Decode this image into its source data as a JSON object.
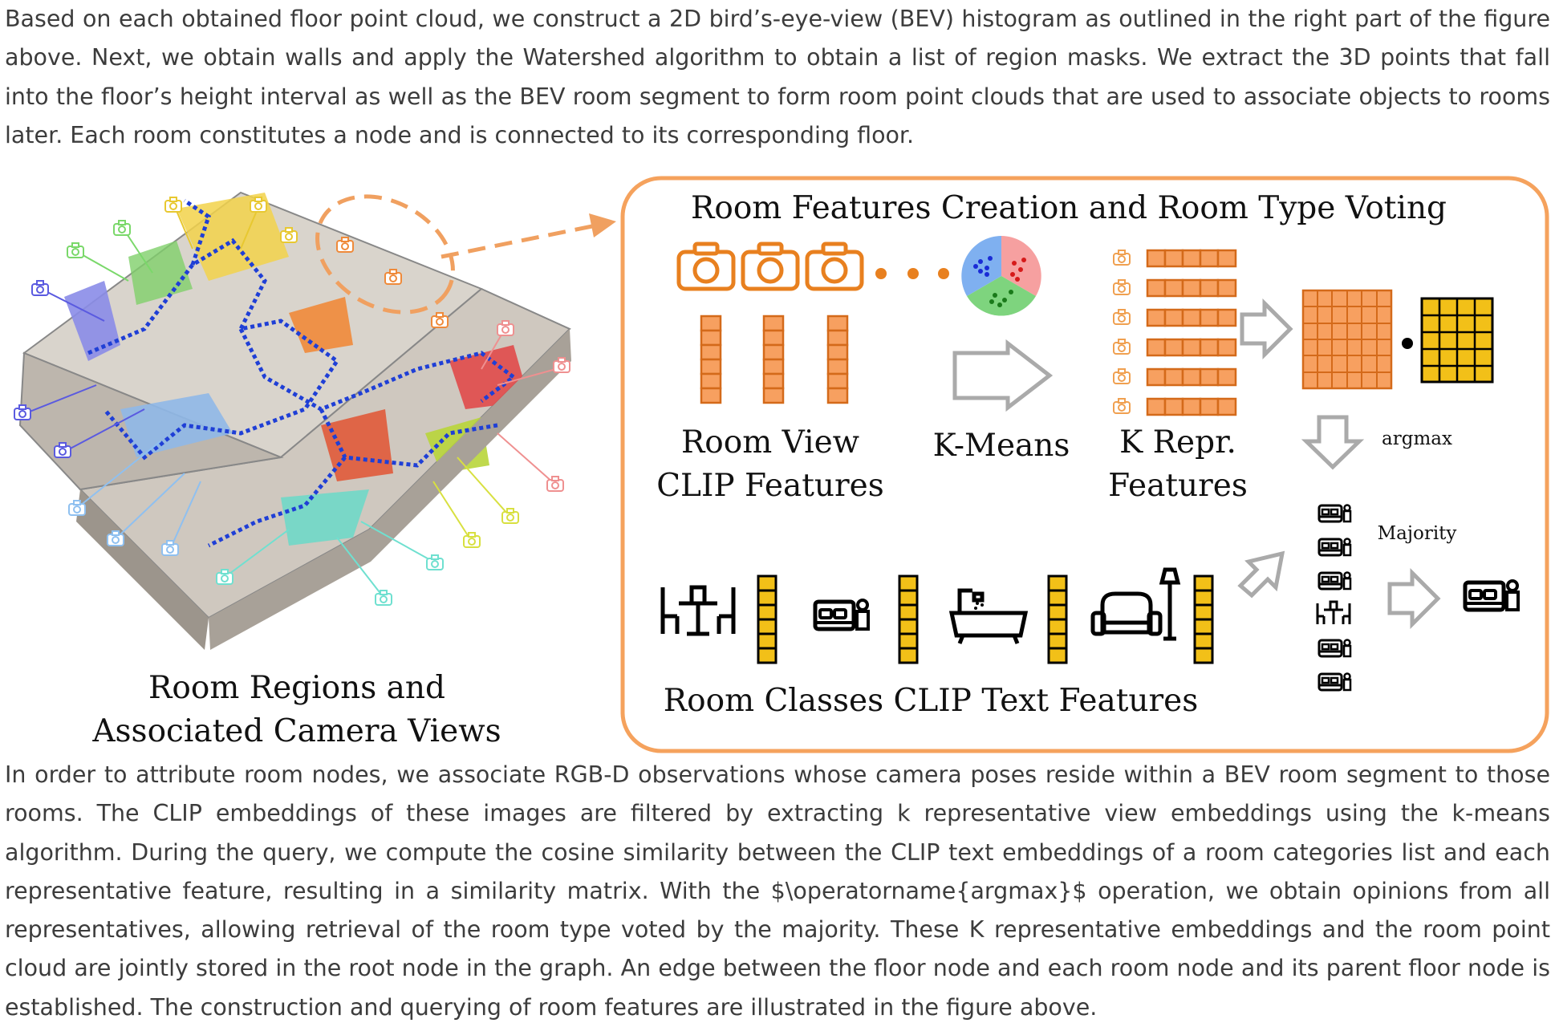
{
  "paragraphs": {
    "top": "Based on each obtained floor point cloud, we construct a 2D bird’s-eye-view (BEV) histogram as outlined in the right part of the figure above. Next, we obtain walls and apply the Watershed algorithm to obtain a list of region masks. We extract the 3D points that fall into the floor’s height interval as well as the BEV room segment to form room point clouds that are used to associate objects to rooms later. Each room constitutes a node and is connected to its corresponding floor.",
    "bottom": "In order to attribute room nodes, we associate RGB-D observations whose camera poses reside within a BEV room segment to those rooms. The CLIP embeddings of these images are filtered by extracting k representative view embeddings using the k-means algorithm. During the query, we compute the cosine similarity between the CLIP text embeddings of a room categories list and each representative feature, resulting in a similarity matrix. With the $\\operatorname{argmax}$ operation, we obtain opinions from all representatives, allowing retrieval of the room type voted by the majority. These K representative embeddings and the room point cloud are jointly stored in the root node in the graph. An edge between the floor node and each room node and its parent floor node is established. The construction and querying of room features are illustrated in the figure above."
  },
  "figure": {
    "left_caption_line1": "Room Regions and",
    "left_caption_line2": "Associated Camera Views",
    "panel_title": "Room Features Creation and Room Type Voting",
    "room_view_line1": "Room View",
    "room_view_line2": "CLIP Features",
    "kmeans_label": "K-Means",
    "krepr_line1": "K Repr.",
    "krepr_line2": "Features",
    "argmax_label": "argmax",
    "majority_label": "Majority",
    "room_classes_label": "Room Classes CLIP Text Features"
  },
  "colors": {
    "accent_orange": "#f5a25d",
    "cell_orange": "#f7a060",
    "cell_stroke": "#d46a1a",
    "text_feature_yellow": "#f2c018",
    "path_blue": "#1f3fd6",
    "text": "#3c3c3c"
  },
  "icons": [
    "camera-icon",
    "cluster-pie-icon",
    "dining-table-icon",
    "bed-icon",
    "bathtub-icon",
    "armchair-icon",
    "arrow-icon"
  ]
}
